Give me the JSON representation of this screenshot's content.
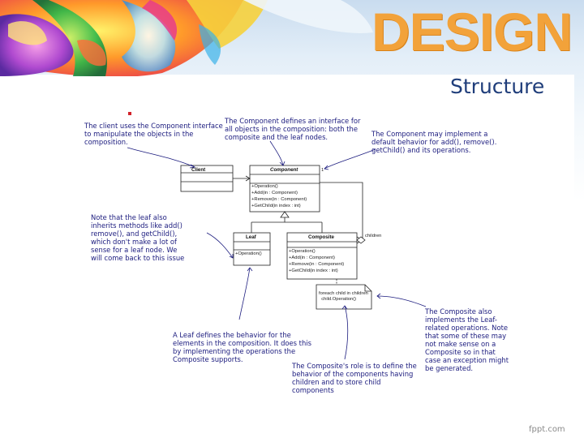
{
  "header": {
    "design_title": "DESIGN",
    "slide_title": "Structure"
  },
  "diagram": {
    "classes": {
      "client": {
        "name": "Client"
      },
      "component": {
        "name": "Component",
        "operations": [
          "+Operation()",
          "+Add(in : Component)",
          "+Remove(in : Component)",
          "+GetChild(in index : int)"
        ]
      },
      "leaf": {
        "name": "Leaf",
        "operations": [
          "+Operation()"
        ]
      },
      "composite": {
        "name": "Composite",
        "operations": [
          "+Operation()",
          "+Add(in : Component)",
          "+Remove(in : Component)",
          "+GetChild(in index : int)"
        ]
      }
    },
    "children_label": "children",
    "multiplicity": "1",
    "code_note": "foreach child in children\n  child.Operation()",
    "notes": {
      "client": "The client uses the Component interface\nto manipulate the objects in the\ncomposition.",
      "component_interface": "The Component defines an interface for\nall objects in the composition: both the\ncomposite and the leaf nodes.",
      "component_default": "The Component may implement a\ndefault behavior for add(), remove().\ngetChild() and its operations.",
      "leaf_inherits": "Note that the leaf also\ninherits methods like add()\nremove(), and getChild(),\nwhich don't make a lot of\nsense for a leaf node. We\nwill come back to this issue",
      "leaf_behavior": "A Leaf defines the behavior for the\nelements in the composition. It does this\nby implementing the operations the\nComposite supports.",
      "composite_role": "The Composite's role is to define the\nbehavior of the components having\nchildren and to store child\ncomponents",
      "composite_implements": "The Composite also\nimplements the Leaf-\nrelated operations. Note\nthat some of these may\nnot make sense on a\nComposite so in that\ncase an exception might\nbe generated."
    }
  },
  "footer": {
    "brand": "fppt.com"
  },
  "colors": {
    "note_text": "#1b1b7e",
    "title": "#1f3d7a",
    "design": "#f2a23a"
  }
}
